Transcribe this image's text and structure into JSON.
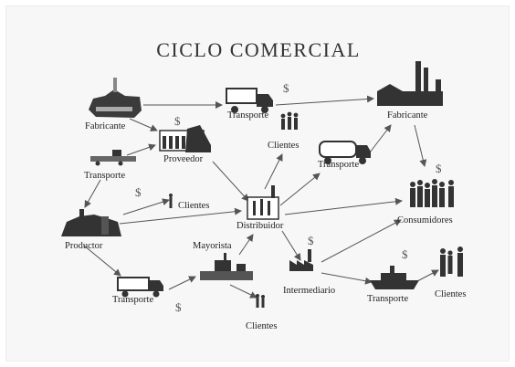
{
  "title": "CICLO COMERCIAL",
  "currency_symbol": "$",
  "labels": {
    "fabricante_left": "Fabricante",
    "transporte_top": "Transporte",
    "fabricante_right": "Fabricante",
    "proveedor": "Proveedor",
    "transporte_left": "Transporte",
    "clientes_top": "Clientes",
    "transporte_mid": "Transporte",
    "clientes_left": "Clientes",
    "distribuidor": "Distribuidor",
    "consumidores": "Consumidores",
    "productor": "Productor",
    "mayorista": "Mayorista",
    "transporte_bottom_left": "Transporte",
    "intermediario": "Intermediario",
    "transporte_bottom_right": "Transporte",
    "clientes_bottom_right": "Clientes",
    "clientes_bottom": "Clientes"
  },
  "colors": {
    "line": "#555555",
    "icon": "#333333",
    "slide_bg": "#f7f7f7"
  }
}
